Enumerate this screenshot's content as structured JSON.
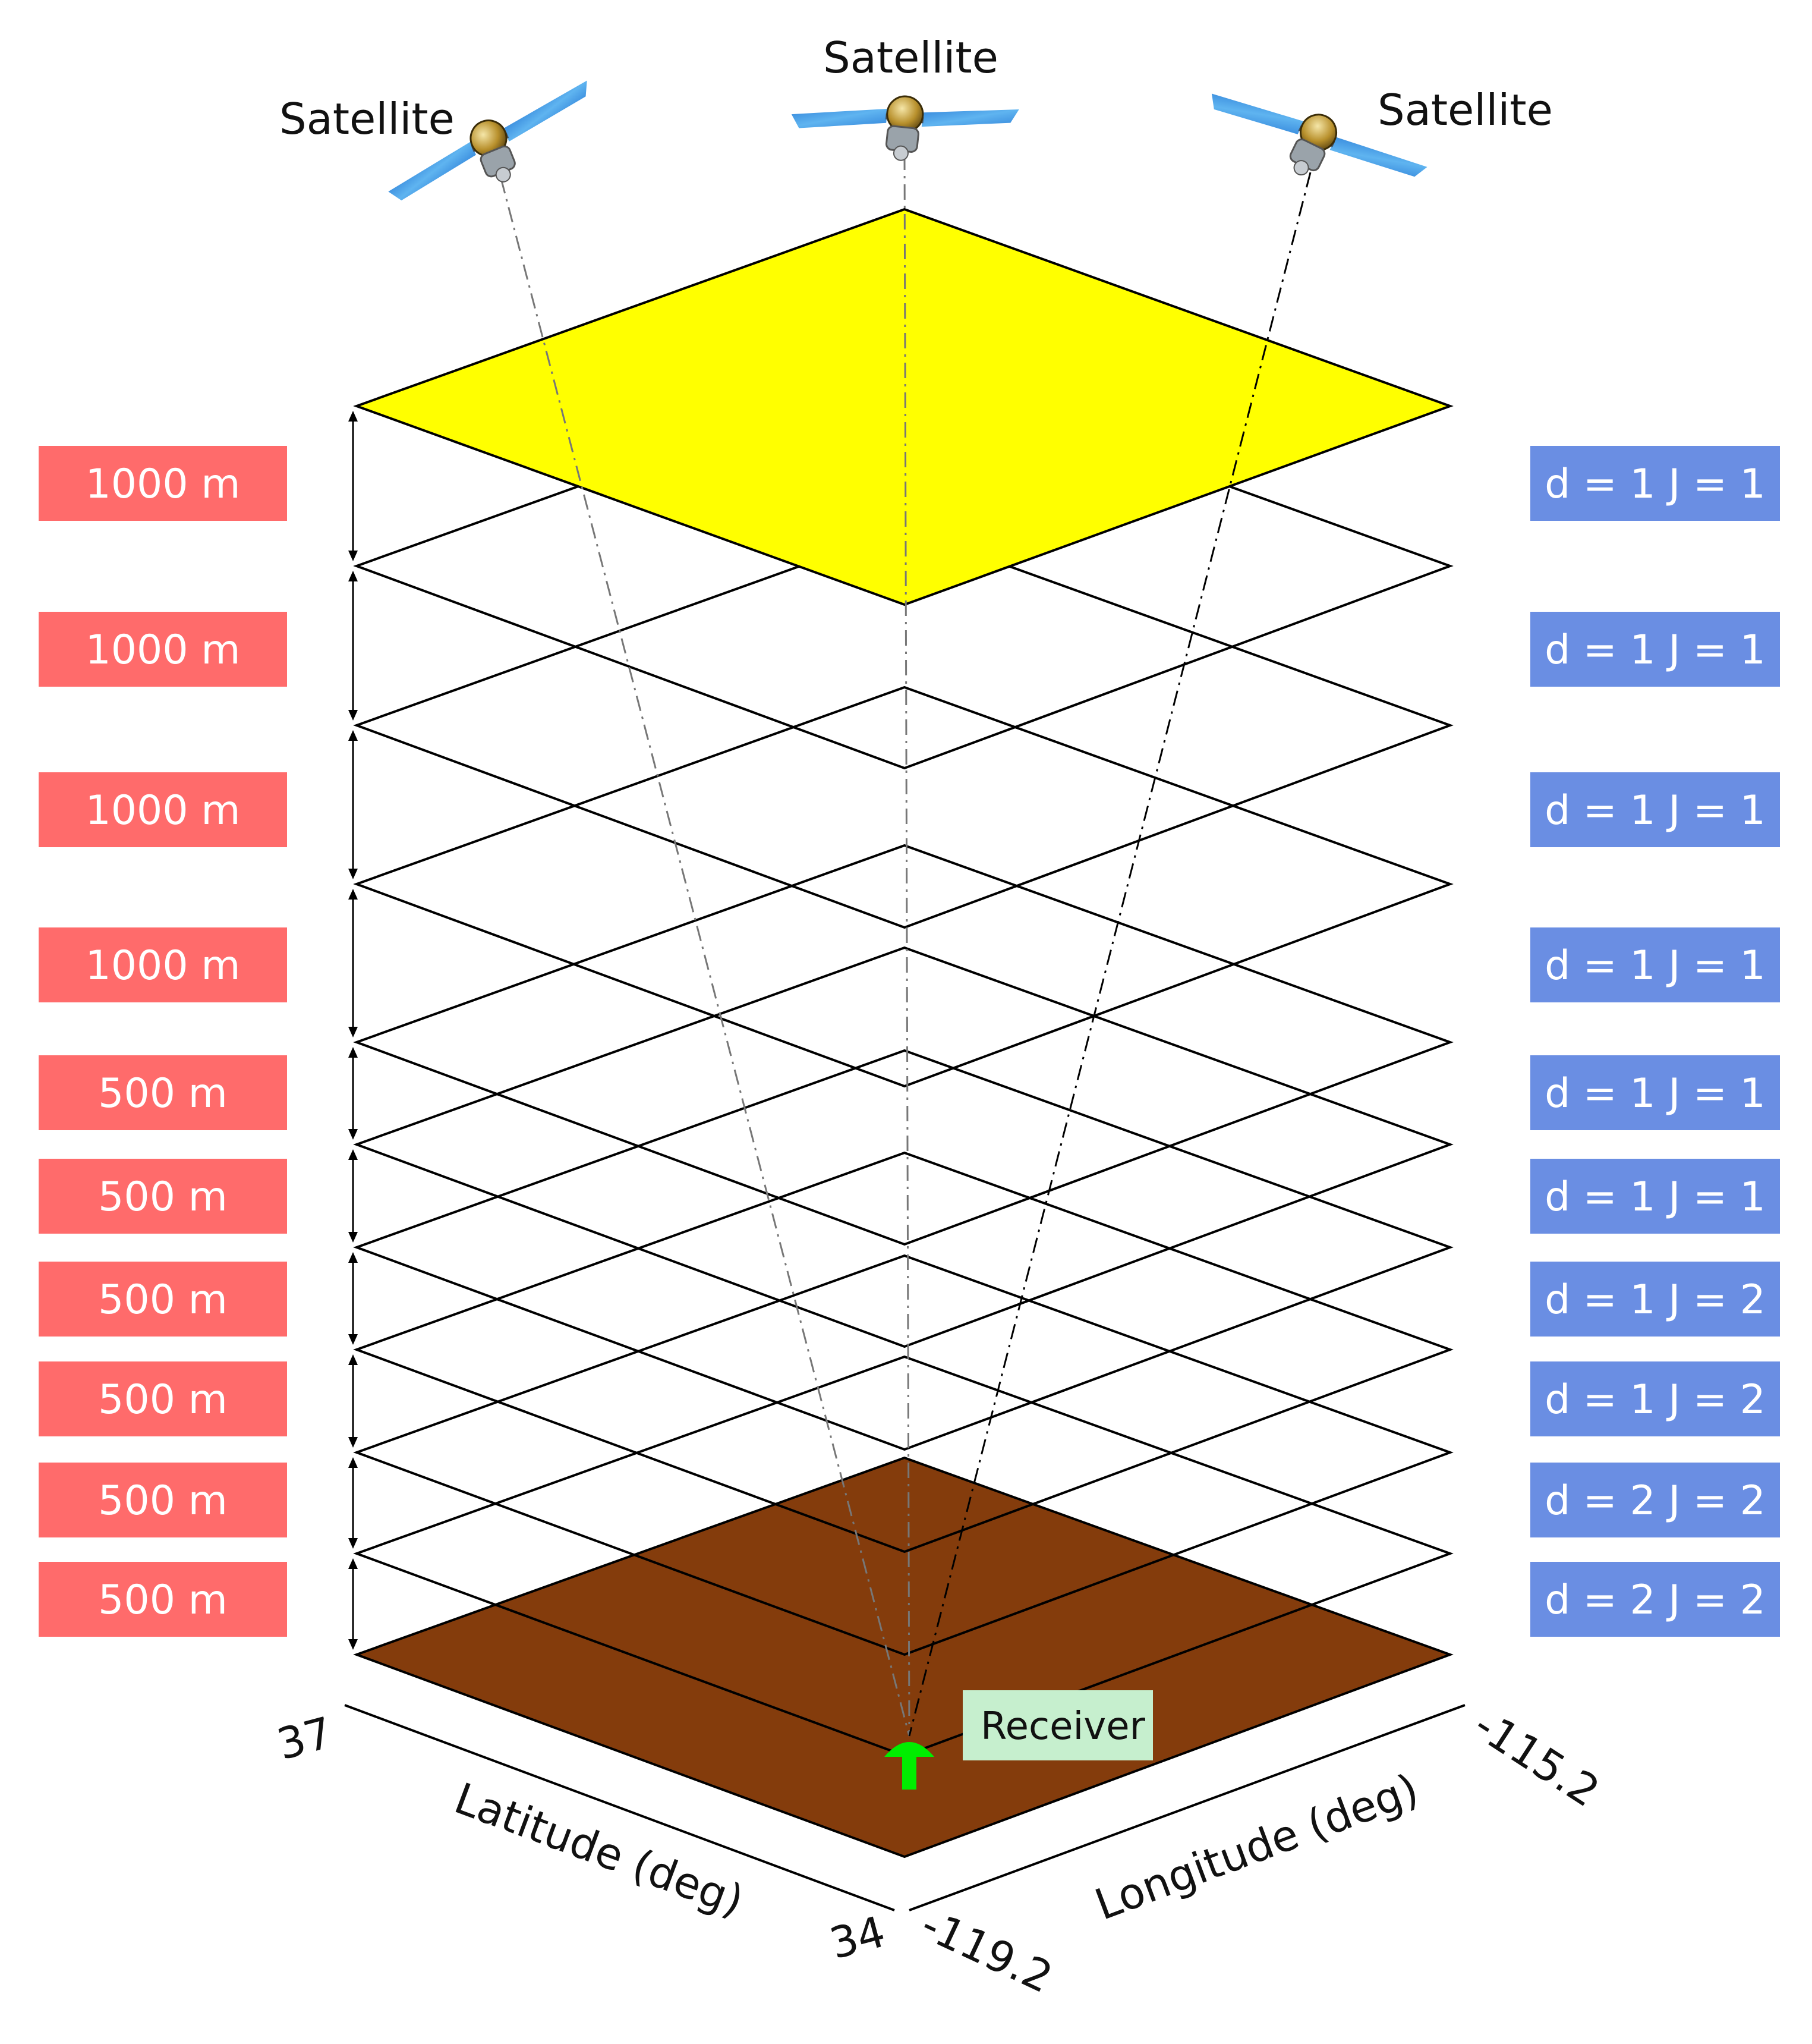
{
  "satellites": [
    {
      "label": "Satellite"
    },
    {
      "label": "Satellite"
    },
    {
      "label": "Satellite"
    }
  ],
  "layers": [
    {
      "thickness": "1000 m",
      "params": "d = 1  J = 1"
    },
    {
      "thickness": "1000 m",
      "params": "d = 1  J = 1"
    },
    {
      "thickness": "1000 m",
      "params": "d = 1  J = 1"
    },
    {
      "thickness": "1000 m",
      "params": "d = 1  J = 1"
    },
    {
      "thickness": "500 m",
      "params": "d = 1  J = 1"
    },
    {
      "thickness": "500 m",
      "params": "d = 1  J = 1"
    },
    {
      "thickness": "500 m",
      "params": "d = 1  J = 2"
    },
    {
      "thickness": "500 m",
      "params": "d = 1  J = 2"
    },
    {
      "thickness": "500 m",
      "params": "d = 2  J = 2"
    },
    {
      "thickness": "500 m",
      "params": "d = 2  J = 2"
    }
  ],
  "receiver": {
    "label": "Receiver"
  },
  "axes": {
    "latitude": {
      "label": "Latitude (deg)",
      "min": "34",
      "max": "37"
    },
    "longitude": {
      "label": "Longitude (deg)",
      "min": "-119.2",
      "max": "-115.2"
    }
  },
  "colors": {
    "top_layer": "#ffff00",
    "ground": "#843c0c",
    "thickness_tag": "#ff6b6b",
    "params_tag": "#6a8ee3",
    "receiver": "#00ee00",
    "receiver_tag": "#c6efce"
  }
}
